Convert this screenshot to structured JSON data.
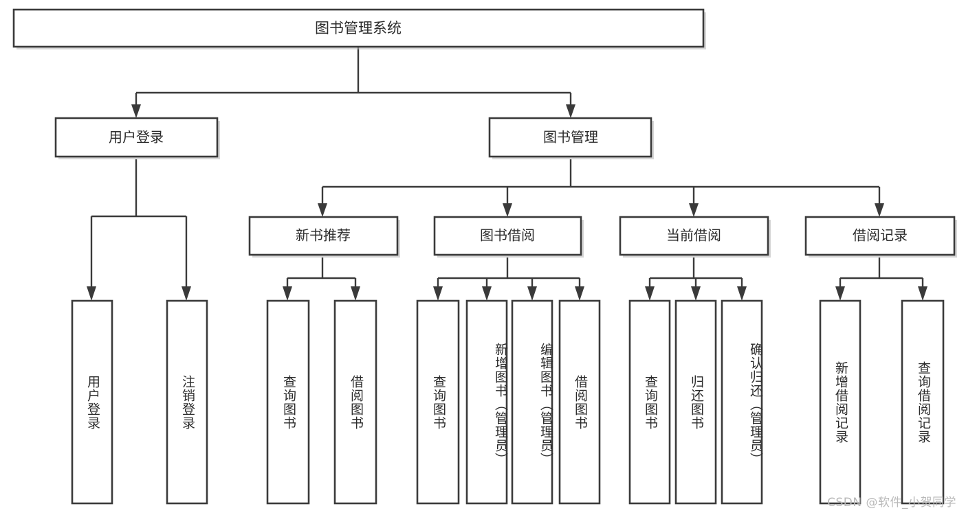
{
  "diagram": {
    "title": "图书管理系统",
    "type": "tree",
    "watermark": "CSDN @软件_小贺同学",
    "colors": {
      "box_stroke": "#3a3a3a",
      "box_fill": "#ffffff",
      "text": "#2b2b2b",
      "connector": "#3a3a3a",
      "watermark": "#b9b9b9",
      "background": "#ffffff"
    },
    "root": {
      "label": "图书管理系统"
    },
    "level2": [
      {
        "label": "用户登录"
      },
      {
        "label": "图书管理"
      }
    ],
    "level3": [
      {
        "label": "新书推荐"
      },
      {
        "label": "图书借阅"
      },
      {
        "label": "当前借阅"
      },
      {
        "label": "借阅记录"
      }
    ],
    "leaves": {
      "user_login": [
        {
          "label": "用户登录"
        },
        {
          "label": "注销登录"
        }
      ],
      "new_book_recommend": [
        {
          "label": "查询图书"
        },
        {
          "label": "借阅图书"
        }
      ],
      "book_borrow": [
        {
          "label": "查询图书"
        },
        {
          "label": "新增图书（管理员）"
        },
        {
          "label": "编辑图书（管理员）"
        },
        {
          "label": "借阅图书"
        }
      ],
      "current_borrow": [
        {
          "label": "查询图书"
        },
        {
          "label": "归还图书"
        },
        {
          "label": "确认归还（管理员）"
        }
      ],
      "borrow_record": [
        {
          "label": "新增借阅记录"
        },
        {
          "label": "查询借阅记录"
        }
      ]
    }
  }
}
